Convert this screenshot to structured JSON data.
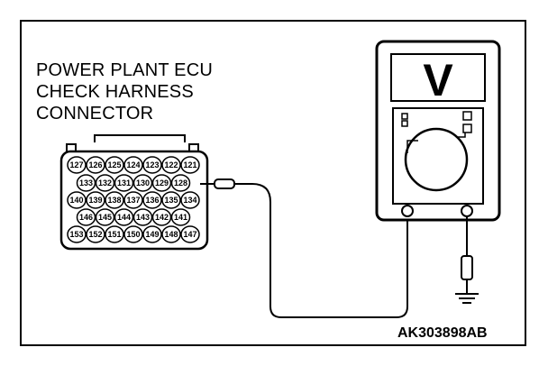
{
  "diagram": {
    "title": "POWER PLANT ECU\nCHECK HARNESS\nCONNECTOR",
    "reference_code": "AK303898AB",
    "connector_rows": [
      [
        "127",
        "126",
        "125",
        "124",
        "123",
        "122",
        "121"
      ],
      [
        "133",
        "132",
        "131",
        "130",
        "129",
        "128"
      ],
      [
        "140",
        "139",
        "138",
        "137",
        "136",
        "135",
        "134"
      ],
      [
        "146",
        "145",
        "144",
        "143",
        "142",
        "141"
      ],
      [
        "153",
        "152",
        "151",
        "150",
        "149",
        "148",
        "147"
      ]
    ],
    "probed_pin": "128",
    "meter_display": "V",
    "colors": {
      "line": "#000000",
      "background": "#ffffff"
    }
  }
}
